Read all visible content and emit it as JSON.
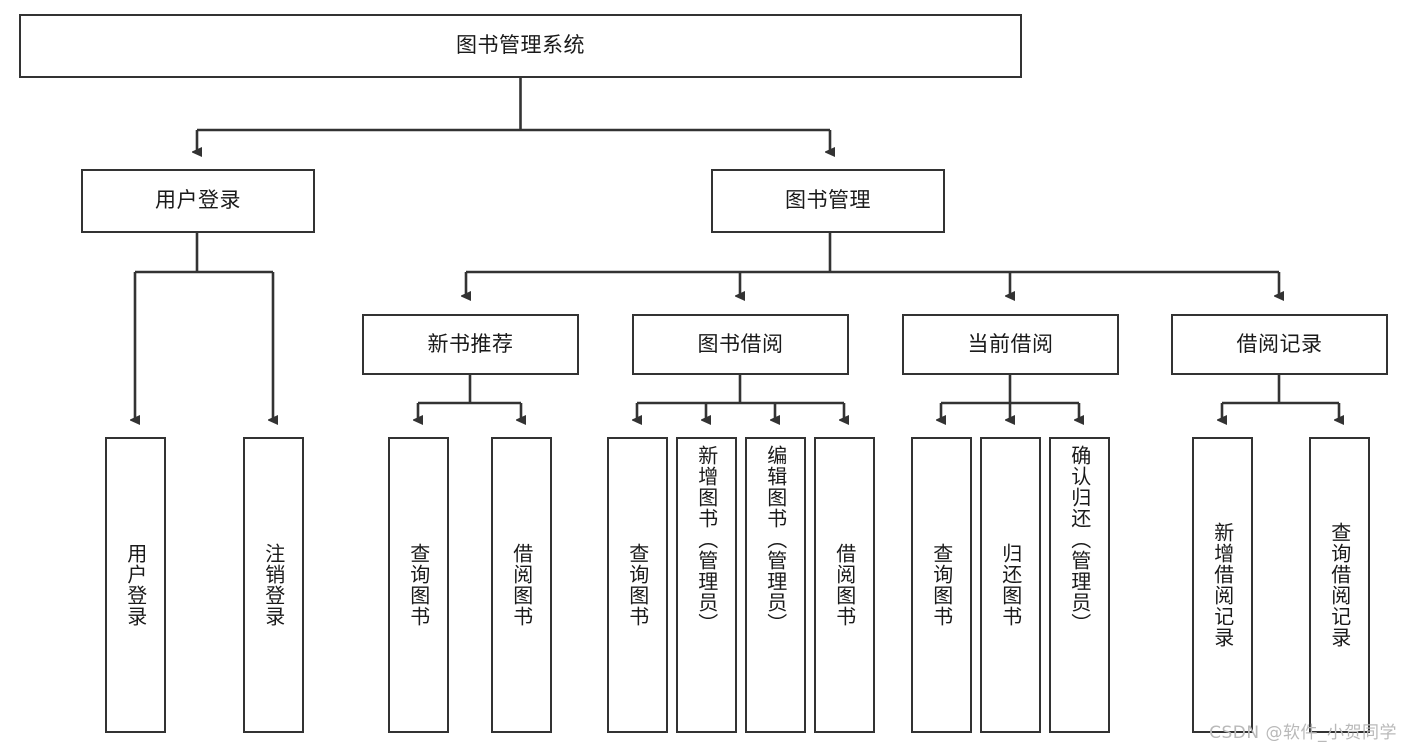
{
  "diagram": {
    "title": "图书管理系统",
    "type": "hierarchy-tree",
    "colors": {
      "border": "#333333",
      "fill": "#ffffff",
      "text": "#1a1a1a",
      "connector": "#333333",
      "watermark": "#b9b9b9"
    },
    "root": {
      "id": "root",
      "label": "图书管理系统"
    },
    "level2": [
      {
        "id": "user-login",
        "label": "用户登录"
      },
      {
        "id": "book-management",
        "label": "图书管理"
      }
    ],
    "level3": [
      {
        "id": "new-book-recommend",
        "label": "新书推荐"
      },
      {
        "id": "book-borrow",
        "label": "图书借阅"
      },
      {
        "id": "current-borrow",
        "label": "当前借阅"
      },
      {
        "id": "borrow-record",
        "label": "借阅记录"
      }
    ],
    "leaves": {
      "user_login": [
        {
          "id": "leaf-user-login",
          "label": "用户登录"
        },
        {
          "id": "leaf-logout-login",
          "label": "注销登录"
        }
      ],
      "new_book_recommend": [
        {
          "id": "leaf-query-book-1",
          "label": "查询图书"
        },
        {
          "id": "leaf-borrow-book-1",
          "label": "借阅图书"
        }
      ],
      "book_borrow": [
        {
          "id": "leaf-query-book-2",
          "label": "查询图书"
        },
        {
          "id": "leaf-add-book",
          "label": "新增图书（管理员）"
        },
        {
          "id": "leaf-edit-book",
          "label": "编辑图书（管理员）"
        },
        {
          "id": "leaf-borrow-book-2",
          "label": "借阅图书"
        }
      ],
      "current_borrow": [
        {
          "id": "leaf-query-book-3",
          "label": "查询图书"
        },
        {
          "id": "leaf-return-book",
          "label": "归还图书"
        },
        {
          "id": "leaf-confirm-return",
          "label": "确认归还（管理员）"
        }
      ],
      "borrow_record": [
        {
          "id": "leaf-add-record",
          "label": "新增借阅记录"
        },
        {
          "id": "leaf-query-record",
          "label": "查询借阅记录"
        }
      ]
    }
  },
  "watermark": {
    "text": "CSDN @软件_小贺同学"
  }
}
